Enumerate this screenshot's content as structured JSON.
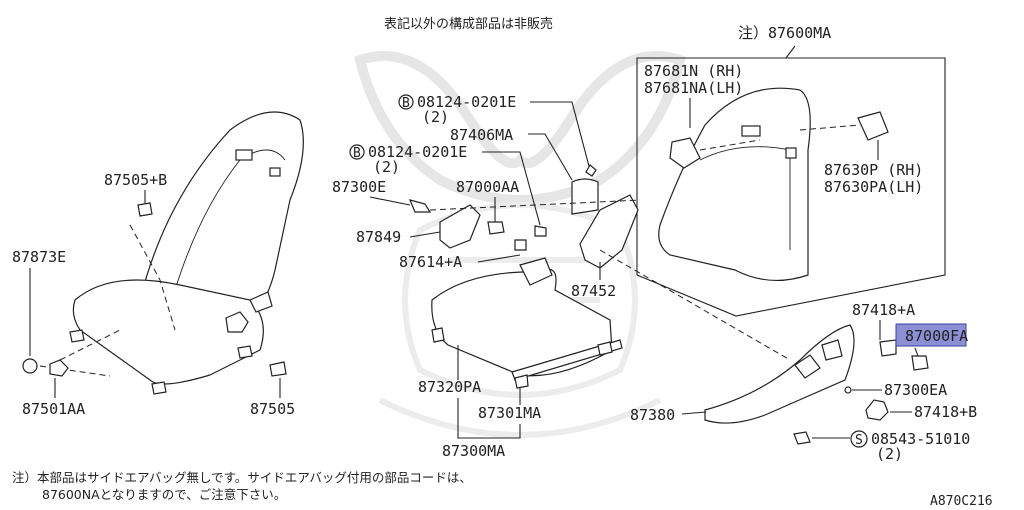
{
  "header_note": "表記以外の構成部品は非販売",
  "note_label": "注）87600MA",
  "labels": {
    "p87681n": "87681N (RH)",
    "p87681na": "87681NA(LH)",
    "b08124_top": "08124-0201E",
    "b08124_top_qty": "(2)",
    "p87406ma": "87406MA",
    "b08124_mid": "08124-0201E",
    "b08124_mid_qty": "(2)",
    "p87505b": "87505+B",
    "p87300e": "87300E",
    "p87000aa": "87000AA",
    "p87849": "87849",
    "p87614a": "87614+A",
    "p87452": "87452",
    "p87630p": "87630P (RH)",
    "p87630pa": "87630PA(LH)",
    "p87873e": "87873E",
    "p87418a": "87418+A",
    "p87000fa": "87000FA",
    "p87300ea": "87300EA",
    "p87418b": "87418+B",
    "p87380": "87380",
    "p87320pa": "87320PA",
    "p87301ma": "87301MA",
    "p87300ma": "87300MA",
    "p87501aa": "87501AA",
    "p87505": "87505",
    "s08543": "08543-51010",
    "s08543_qty": "(2)"
  },
  "symbols": {
    "bolt_b": "B",
    "screw_s": "S"
  },
  "footnote": {
    "line1": "注）本部品はサイドエアバッグ無しです。サイドエアバッグ付用の部品コードは、",
    "line2": "87600NAとなりますので、ご注意下さい。"
  },
  "diagram_code": "A870C216",
  "colors": {
    "highlight": "#8c8fd6",
    "line": "#222222",
    "watermark": "#e6e6e6"
  }
}
